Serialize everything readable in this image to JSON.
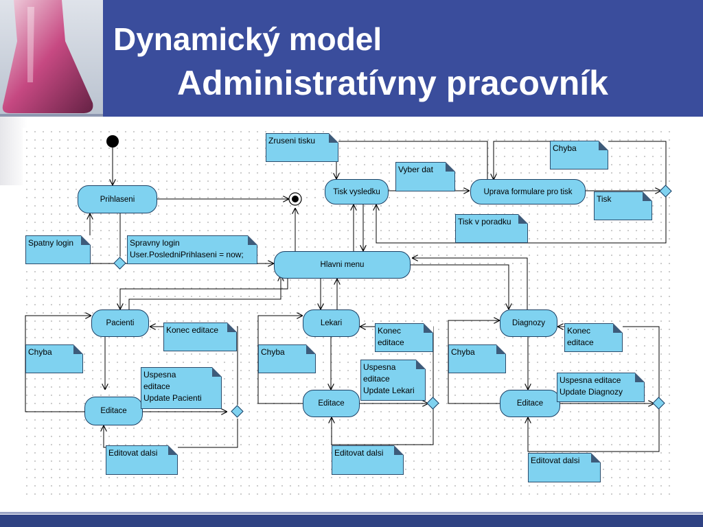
{
  "title": {
    "line1": "Dynamický model",
    "line2": "Administratívny pracovník"
  },
  "logo": "flask-image",
  "colors": {
    "header": "#3a4d9c",
    "state_fill": "#7fd2f0",
    "border": "#1c3f63"
  },
  "states": {
    "prihlaseni": "Prihlaseni",
    "hlavni_menu": "Hlavni menu",
    "tisk_vysledku": "Tisk vysledku",
    "uprava_formulare": "Uprava formulare pro tisk",
    "pacienti": "Pacienti",
    "lekari": "Lekari",
    "diagnozy": "Diagnozy",
    "editace_pacienti": "Editace",
    "editace_lekari": "Editace",
    "editace_diagnozy": "Editace"
  },
  "notes": {
    "zruseni_tisku": "Zruseni tisku",
    "vyber_dat": "Vyber dat",
    "chyba_top": "Chyba",
    "tisk": "Tisk",
    "tisk_v_poradku": "Tisk v poradku",
    "spatny_login": "Spatny login",
    "spravny_login": [
      "Spravny login",
      "User.PosledniPrihlaseni = now;"
    ],
    "konec_editace_pacienti": "Konec editace",
    "chyba_pacienti": "Chyba",
    "uspesna_pacienti": [
      "Uspesna",
      "editace",
      "Update Pacienti"
    ],
    "editovat_dalsi_pacienti": "Editovat dalsi",
    "konec_editace_lekari": [
      "Konec",
      "editace"
    ],
    "chyba_lekari": "Chyba",
    "uspesna_lekari": [
      "Uspesna",
      "editace",
      "Update Lekari"
    ],
    "editovat_dalsi_lekari": "Editovat dalsi",
    "konec_editace_diagnozy": [
      "Konec",
      "editace"
    ],
    "chyba_diagnozy": "Chyba",
    "uspesna_diagnozy": [
      "Uspesna editace",
      "Update Diagnozy"
    ],
    "editovat_dalsi_diagnozy": "Editovat dalsi"
  }
}
